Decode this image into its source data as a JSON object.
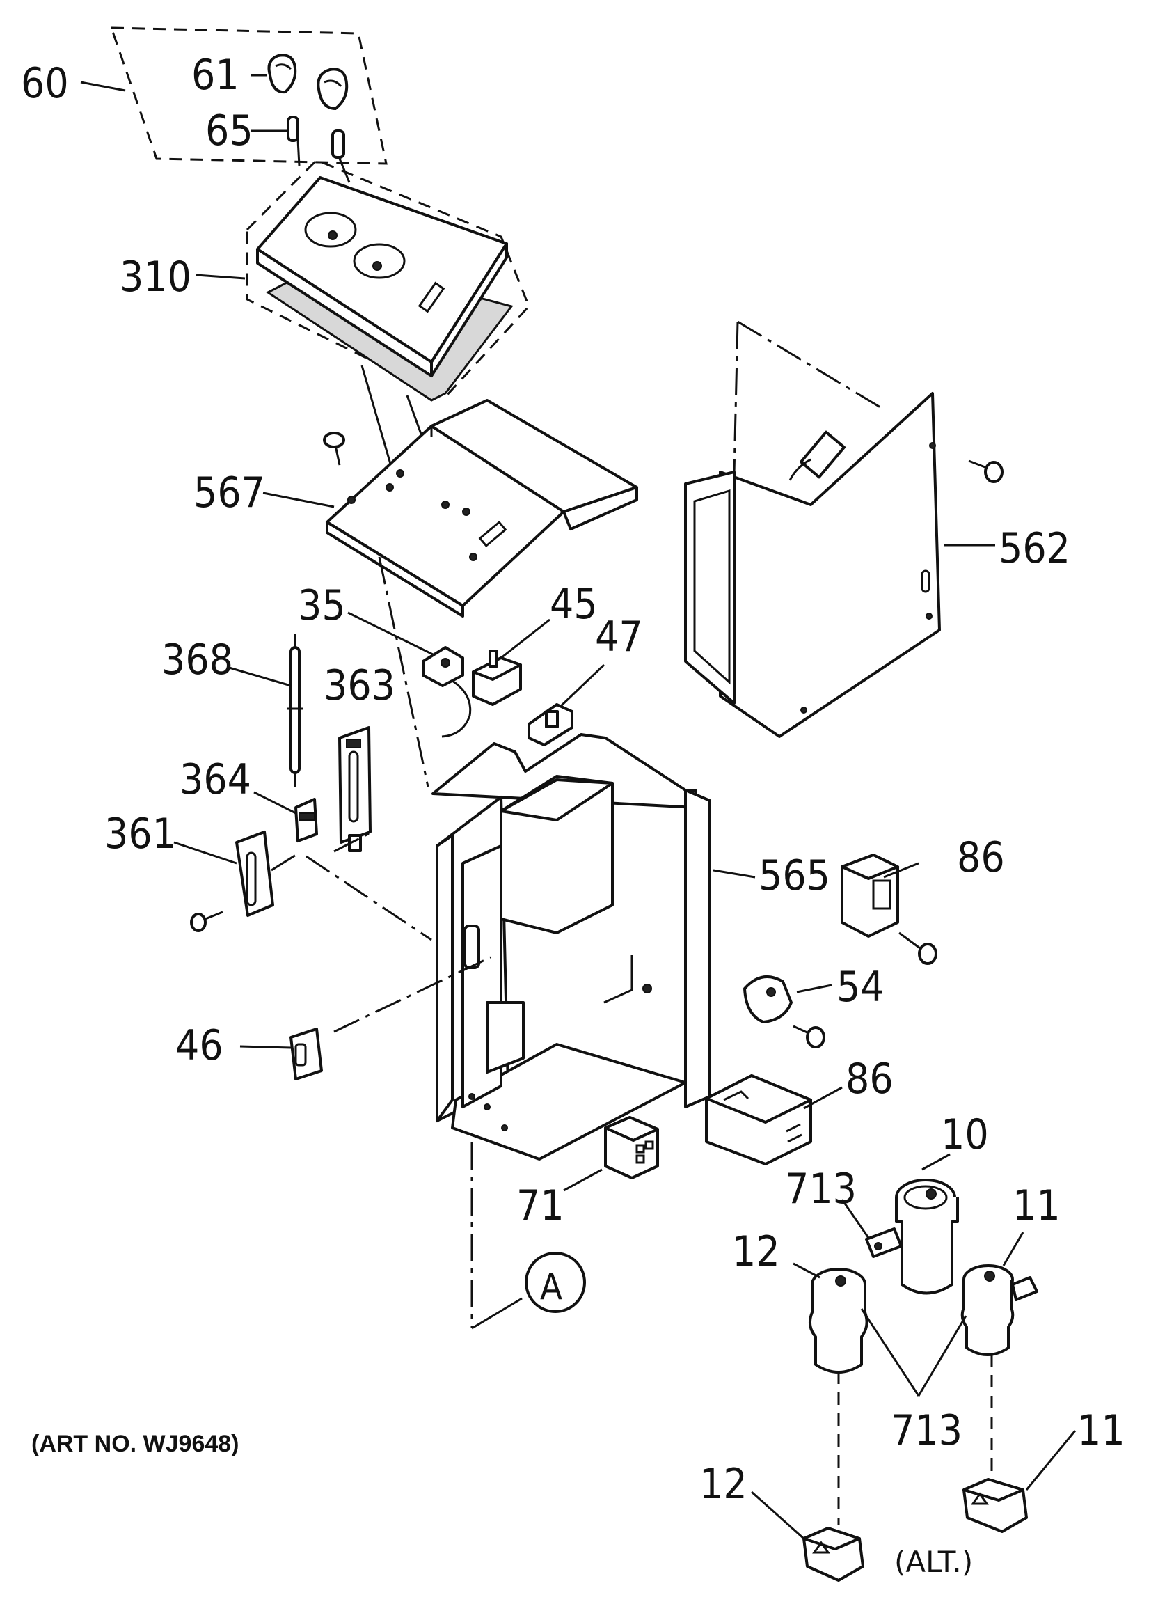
{
  "diagram": {
    "callouts": {
      "c60": "60",
      "c61": "61",
      "c65": "65",
      "c310": "310",
      "c567": "567",
      "c562": "562",
      "c35": "35",
      "c45": "45",
      "c47": "47",
      "c368": "368",
      "c363": "363",
      "c364": "364",
      "c361": "361",
      "c565": "565",
      "c86a": "86",
      "c54": "54",
      "c46": "46",
      "c86b": "86",
      "c10": "10",
      "c713a": "713",
      "c11a": "11",
      "c71": "71",
      "c12a": "12",
      "cA": "A",
      "c713b": "713",
      "c11b": "11",
      "c12b": "12"
    },
    "art_number": "(ART NO. WJ9648)",
    "alt_note": "(ALT.)"
  }
}
